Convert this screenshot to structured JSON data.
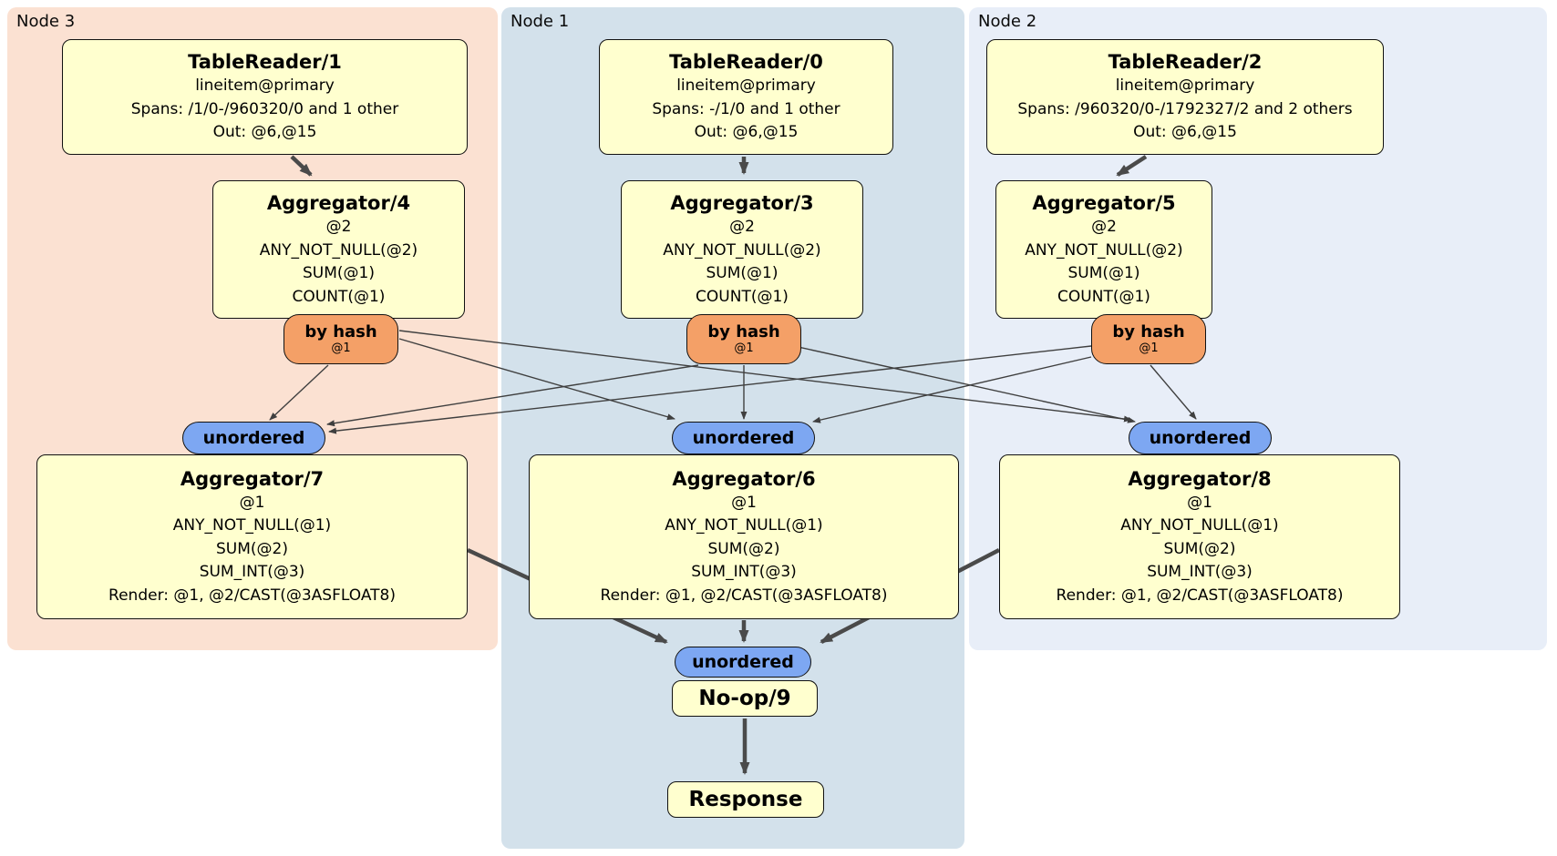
{
  "regions": {
    "node3": {
      "label": "Node 3"
    },
    "node1": {
      "label": "Node 1"
    },
    "node2": {
      "label": "Node 2"
    }
  },
  "processors": {
    "tr1": {
      "title": "TableReader/1",
      "lines": [
        "lineitem@primary",
        "Spans: /1/0-/960320/0 and 1 other",
        "Out: @6,@15"
      ]
    },
    "tr0": {
      "title": "TableReader/0",
      "lines": [
        "lineitem@primary",
        "Spans: -/1/0 and 1 other",
        "Out: @6,@15"
      ]
    },
    "tr2": {
      "title": "TableReader/2",
      "lines": [
        "lineitem@primary",
        "Spans: /960320/0-/1792327/2 and 2 others",
        "Out: @6,@15"
      ]
    },
    "agg4": {
      "title": "Aggregator/4",
      "lines": [
        "@2",
        "ANY_NOT_NULL(@2)",
        "SUM(@1)",
        "COUNT(@1)"
      ]
    },
    "agg3": {
      "title": "Aggregator/3",
      "lines": [
        "@2",
        "ANY_NOT_NULL(@2)",
        "SUM(@1)",
        "COUNT(@1)"
      ]
    },
    "agg5": {
      "title": "Aggregator/5",
      "lines": [
        "@2",
        "ANY_NOT_NULL(@2)",
        "SUM(@1)",
        "COUNT(@1)"
      ]
    },
    "agg7": {
      "title": "Aggregator/7",
      "lines": [
        "@1",
        "ANY_NOT_NULL(@1)",
        "SUM(@2)",
        "SUM_INT(@3)",
        "Render: @1, @2/CAST(@3ASFLOAT8)"
      ]
    },
    "agg6": {
      "title": "Aggregator/6",
      "lines": [
        "@1",
        "ANY_NOT_NULL(@1)",
        "SUM(@2)",
        "SUM_INT(@3)",
        "Render: @1, @2/CAST(@3ASFLOAT8)"
      ]
    },
    "agg8": {
      "title": "Aggregator/8",
      "lines": [
        "@1",
        "ANY_NOT_NULL(@1)",
        "SUM(@2)",
        "SUM_INT(@3)",
        "Render: @1, @2/CAST(@3ASFLOAT8)"
      ]
    },
    "noop": {
      "title": "No-op/9"
    },
    "response": {
      "title": "Response"
    }
  },
  "routers": {
    "label": "by hash",
    "detail": "@1"
  },
  "syncs": {
    "label": "unordered"
  },
  "colors": {
    "processor_fill": "#ffffcf",
    "router_fill": "#f4a067",
    "sync_fill": "#7da7f2",
    "node3_bg": "#fbe1d2",
    "node1_bg": "#d3e1eb",
    "node2_bg": "#e8eef8",
    "edge_thick": "#4a4a4a",
    "edge_thin": "#3f3f3f"
  }
}
